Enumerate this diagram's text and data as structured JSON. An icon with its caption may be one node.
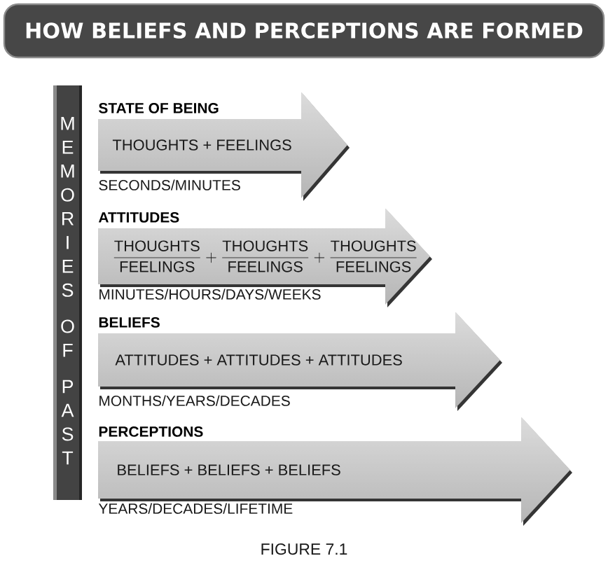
{
  "diagram": {
    "title": "HOW BELIEFS AND PERCEPTIONS ARE FORMED",
    "nodes": [
      {
        "text": [
          "MEMORIES OF PAST"
        ]
      },
      {
        "text": [
          "STATE OF BEING",
          "THOUGHTS + FEELINGS"
        ],
        "beside": [
          "SECONDS/MINUTES"
        ]
      },
      {
        "text": [
          "ATTITUDES",
          "\\frac{\\mathrm{THOUGHTS}}{\\mathrm{FEELINGS}}+\\frac{\\mathrm{THOUGHTS}}{\\mathrm{FEELINGS}}+\\frac{\\mathrm{THOUGHTS}}{\\mathrm{FEELINGS}}"
        ],
        "beside": [
          "MINUTES/HOURS/DAYS/WEEKS"
        ]
      },
      {
        "text": [
          "BELIEFS",
          "ATTITUDES + ATTITUDES + ATTITUDES"
        ],
        "beside": [
          "MONTHS/YEARS/DECADES"
        ]
      },
      {
        "text": [
          "PERCEPTIONS",
          "BELIEFS + BELIEFS + BELIEFS"
        ],
        "beside": [
          "YEARS/DECADES/LIFETIME"
        ]
      }
    ],
    "caption": "FIGURE 7.1"
  }
}
